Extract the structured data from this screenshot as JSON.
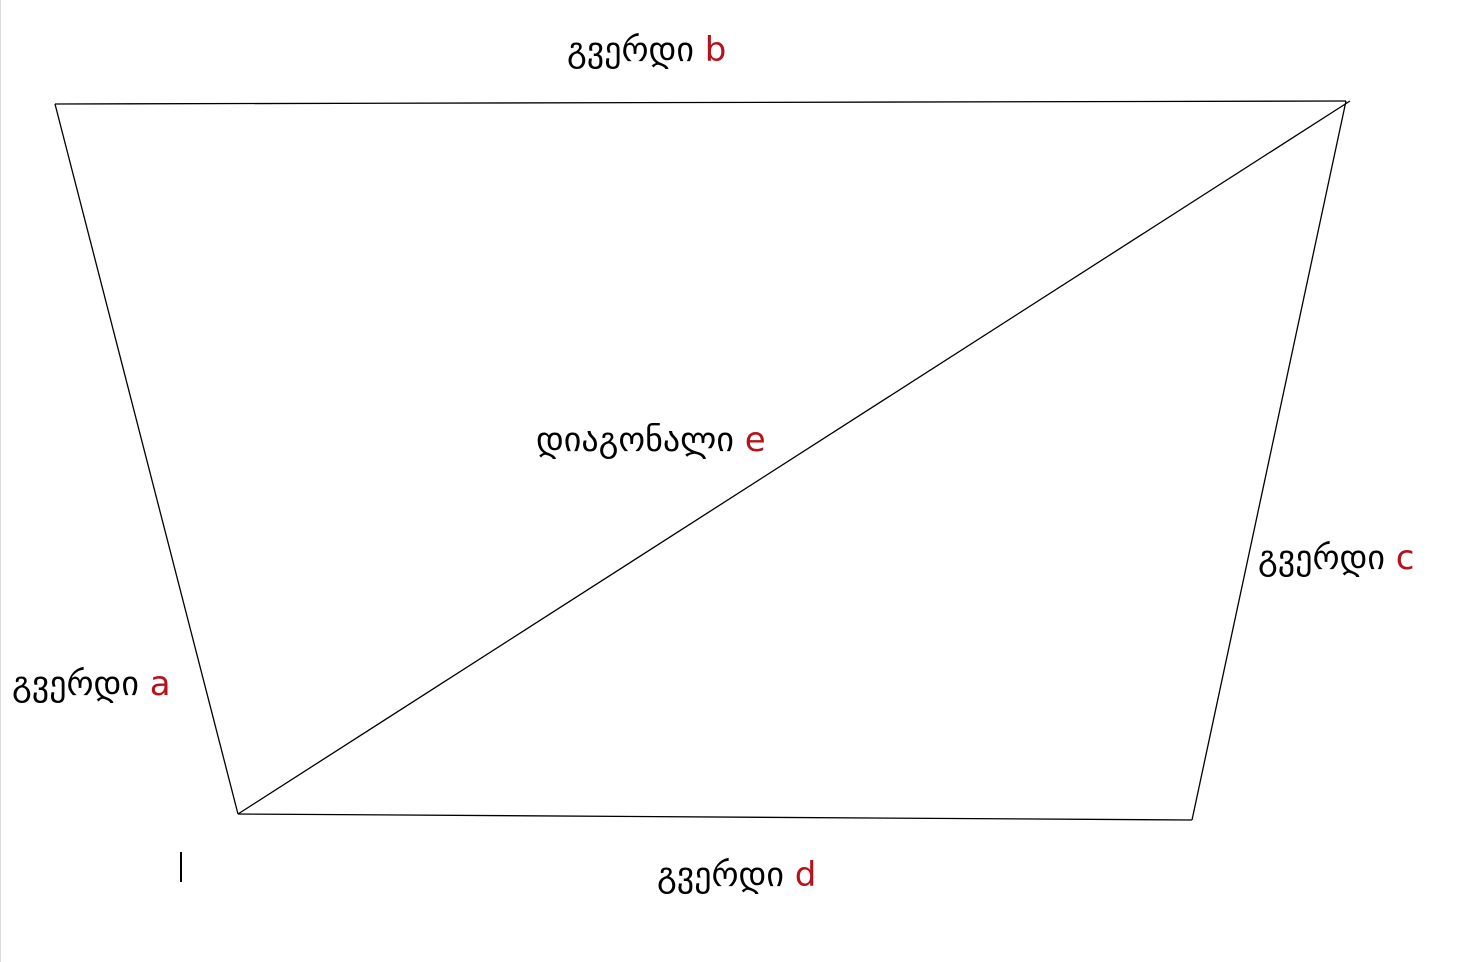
{
  "diagram": {
    "labels": {
      "side_a": {
        "word": "გვერდი",
        "var": "a"
      },
      "side_b": {
        "word": "გვერდი",
        "var": "b"
      },
      "side_c": {
        "word": "გვერდი",
        "var": "c"
      },
      "side_d": {
        "word": "გვერდი",
        "var": "d"
      },
      "diagonal_e": {
        "word": "დიაგონალი",
        "var": "e"
      }
    },
    "colors": {
      "line": "#000000",
      "text": "#000000",
      "variable": "#b5121b"
    }
  }
}
